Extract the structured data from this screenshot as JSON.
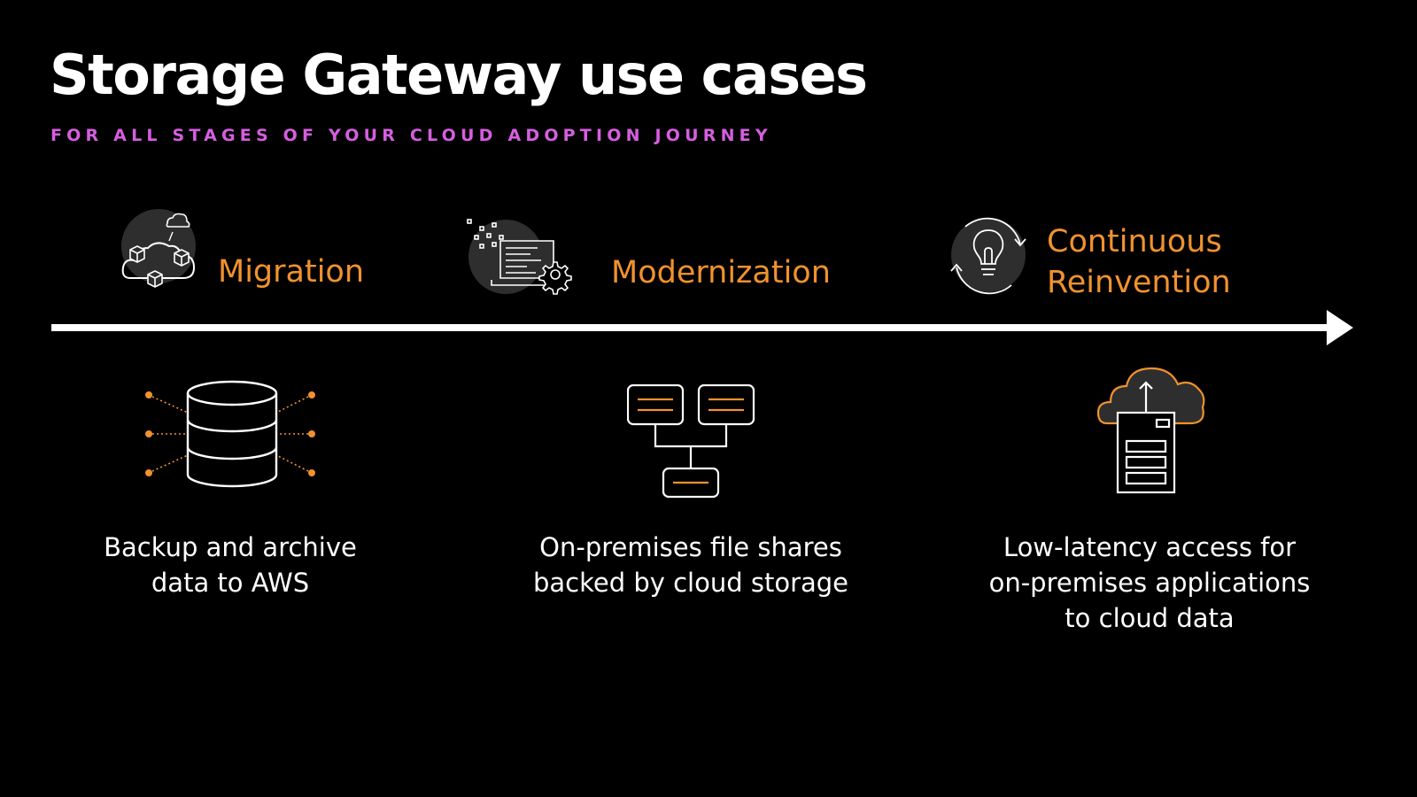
{
  "slide": {
    "title": "Storage Gateway use cases",
    "subtitle": "FOR ALL STAGES OF YOUR CLOUD ADOPTION JOURNEY"
  },
  "colors": {
    "background": "#000000",
    "title": "#ffffff",
    "subtitle": "#d65ee0",
    "accent_orange": "#f0922e",
    "icon_circle": "#2e2e2e"
  },
  "stages": [
    {
      "label": "Migration",
      "icon": "cloud-migration-icon"
    },
    {
      "label": "Modernization",
      "icon": "code-gear-icon"
    },
    {
      "label": "Continuous\nReinvention",
      "icon": "lightbulb-cycle-icon"
    }
  ],
  "use_cases": [
    {
      "text": "Backup and archive\ndata to AWS",
      "icon": "database-icon"
    },
    {
      "text": "On-premises file shares\nbacked by cloud storage",
      "icon": "file-share-tree-icon"
    },
    {
      "text": "Low-latency access for\non-premises applications\nto cloud data",
      "icon": "cloud-server-icon"
    }
  ]
}
